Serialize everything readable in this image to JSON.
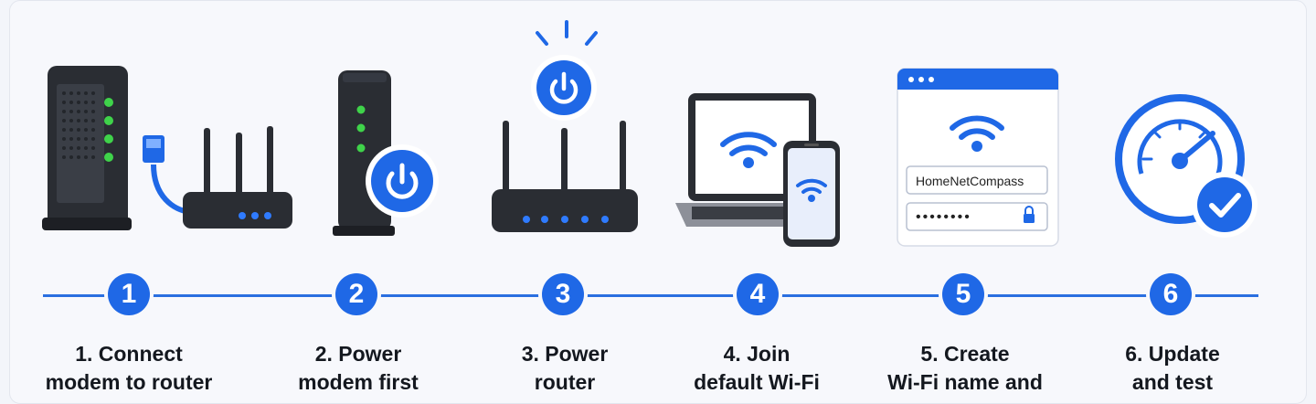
{
  "steps": [
    {
      "number": "1",
      "label": "1. Connect\nmodem to router"
    },
    {
      "number": "2",
      "label": "2. Power\nmodem first"
    },
    {
      "number": "3",
      "label": "3. Power\nrouter"
    },
    {
      "number": "4",
      "label": "4. Join\ndefault Wi-Fi"
    },
    {
      "number": "5",
      "label": "5. Create\nWi-Fi name and"
    },
    {
      "number": "6",
      "label": "6. Update\nand test"
    }
  ],
  "setup_form": {
    "network_name_value": "HomeNetCompass",
    "password_mask": "••••••••"
  },
  "colors": {
    "accent": "#1f68e6",
    "device": "#2a2d33",
    "led_green": "#3fd34a",
    "led_blue": "#2f7bff"
  }
}
